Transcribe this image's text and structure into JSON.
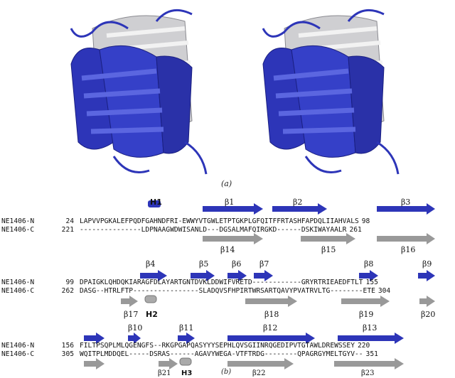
{
  "figure": {
    "panel_a_label": "(a)",
    "panel_b_label": "(b)"
  },
  "blocks": [
    {
      "rows": [
        {
          "name": "NE1406-N",
          "start": "24",
          "seq": "LAPVVPGKALEFPQDFGAHNDFRI-EWWYVTGWLETPTGKPLGFQITFFRTASHFAPDQLIIAHVALS",
          "end": "98"
        },
        {
          "name": "NE1406-C",
          "start": "221",
          "seq": "---------------LDPNAAGWDWISANLD---DGSALMAFQIRGKD------DSKIWAYAALR",
          "end": "261"
        }
      ],
      "top_labels": [
        "H1",
        "β1",
        "β2",
        "β3"
      ],
      "bottom_labels": [
        "β14",
        "β15",
        "β16"
      ]
    },
    {
      "rows": [
        {
          "name": "NE1406-N",
          "start": "99",
          "seq": "DPAIGKLQHDQKIARAGFDLAYARTGNTDVKLDDWIFVRETD------------GRYRTRIEAEDFTLT",
          "end": "155"
        },
        {
          "name": "NE1406-C",
          "start": "262",
          "seq": "DASG--HTRLFTP----------------SLADQVSFHPIRTWRSARTQAVYPVATRVLTG--------ETE",
          "end": "304"
        }
      ],
      "top_labels": [
        "β4",
        "β5",
        "β6",
        "β7",
        "β8",
        "β9"
      ],
      "bottom_labels": [
        "β17",
        "H2",
        "β18",
        "β19",
        "β20"
      ]
    },
    {
      "rows": [
        {
          "name": "NE1406-N",
          "start": "156",
          "seq": "FILTPSQPLMLQGENGFS--RKGPGAPQASYYYSEPHLQVSGIINRQGEDIPVTGTAWLDREWSSEY",
          "end": "220"
        },
        {
          "name": "NE1406-C",
          "start": "305",
          "seq": "WQITPLMDDQEL-----DSRAS------AGAVYWEGA-VTFTRDG--------QPAGRGYMELTGYV--",
          "end": "351"
        }
      ],
      "top_labels": [
        "β10",
        "β11",
        "β12",
        "β13"
      ],
      "bottom_labels": [
        "β21",
        "H3",
        "β22",
        "β23"
      ]
    }
  ]
}
